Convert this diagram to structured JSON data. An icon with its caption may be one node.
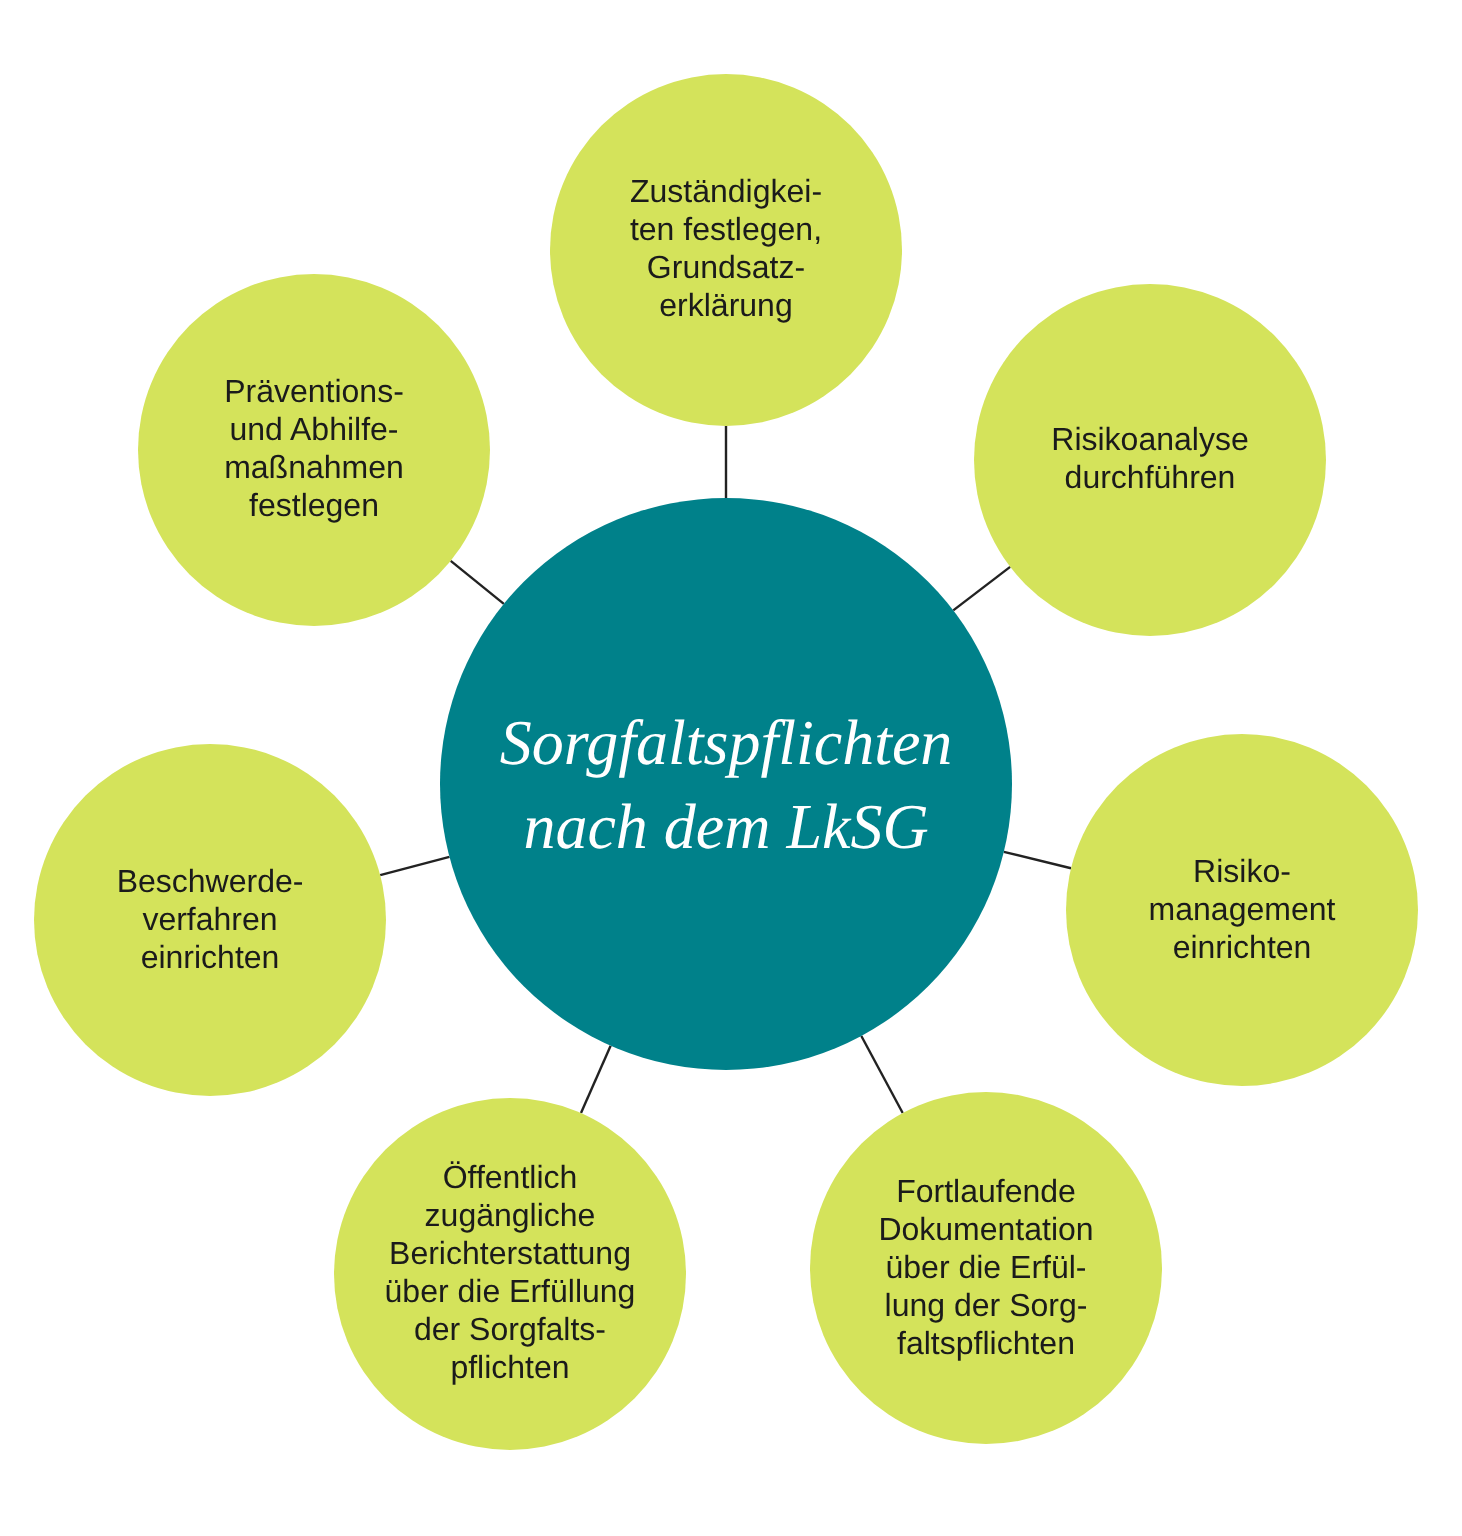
{
  "diagram": {
    "nodes": [
      {
        "text": [
          "Sorgfaltspflichten nach dem LkSG"
        ]
      },
      {
        "text": [
          "Zuständigkei- ten festlegen, Grundsatz- erklärung"
        ]
      },
      {
        "text": [
          "Risikoanalyse durchführen"
        ]
      },
      {
        "text": [
          "Risiko- management einrichten"
        ]
      },
      {
        "text": [
          "Fortlaufende Dokumentation über die Erfül- lung der Sorg- faltspflichten"
        ]
      },
      {
        "text": [
          "Öffentlich zugängliche Berichterstattung über die Erfüllung der Sorgfalts- pflichten"
        ]
      },
      {
        "text": [
          "Beschwerde- verfahren einrichten"
        ]
      },
      {
        "text": [
          "Präventions- und Abhilfe- maßnahmen festlegen"
        ]
      }
    ],
    "edges": [
      {
        "from": 0,
        "to": 1,
        "arrow": "none"
      },
      {
        "from": 0,
        "to": 2,
        "arrow": "none"
      },
      {
        "from": 0,
        "to": 3,
        "arrow": "none"
      },
      {
        "from": 0,
        "to": 4,
        "arrow": "none"
      },
      {
        "from": 0,
        "to": 5,
        "arrow": "none"
      },
      {
        "from": 0,
        "to": 6,
        "arrow": "none"
      },
      {
        "from": 0,
        "to": 7,
        "arrow": "none"
      }
    ]
  }
}
